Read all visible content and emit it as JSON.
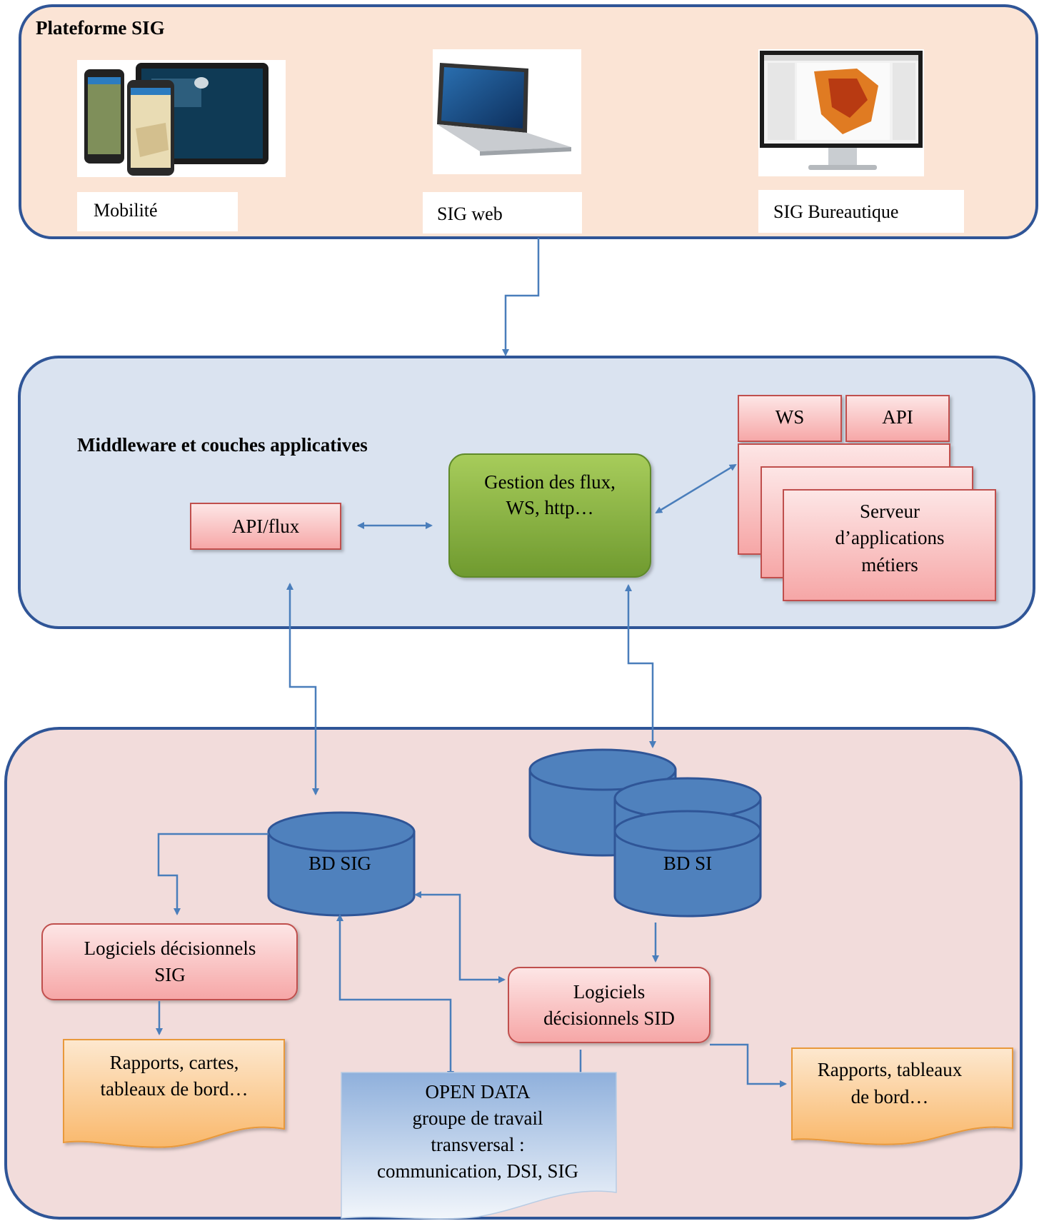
{
  "platform": {
    "title": "Plateforme SIG",
    "devices": [
      {
        "label": "Mobilité",
        "icon": "mobile-devices-image"
      },
      {
        "label": "SIG web",
        "icon": "laptop-image"
      },
      {
        "label": "SIG Bureautique",
        "icon": "desktop-monitor-image"
      }
    ]
  },
  "middleware": {
    "title": "Middleware et couches applicatives",
    "api_flux": "API/flux",
    "gestion": [
      "Gestion des flux,",
      "WS, http…"
    ],
    "ws": "WS",
    "api": "API",
    "serveur": [
      "Serveur",
      "d’applications",
      "métiers"
    ]
  },
  "data_layer": {
    "bd_sig": "BD SIG",
    "bd_si": "BD SI",
    "logiciels_sig": [
      "Logiciels décisionnels",
      "SIG"
    ],
    "logiciels_sid": [
      "Logiciels",
      "décisionnels SID"
    ],
    "rapports_left": [
      "Rapports, cartes,",
      "tableaux de bord…"
    ],
    "rapports_right": [
      "Rapports, tableaux",
      "de bord…"
    ],
    "open_data": [
      "OPEN DATA",
      "groupe de travail",
      "transversal :",
      "communication, DSI, SIG"
    ]
  },
  "colors": {
    "platform_bg": "#fbe4d5",
    "middleware_bg": "#dae3f0",
    "data_bg": "#f2dcdb",
    "border": "#2f5597",
    "arrow": "#4a7ebb",
    "cylinder": "#4f81bd",
    "pink_box": "#f8c2c2",
    "green_box": "#8db443",
    "orange_doc": "#fcd5a5",
    "blue_doc": "#b8cce4"
  }
}
